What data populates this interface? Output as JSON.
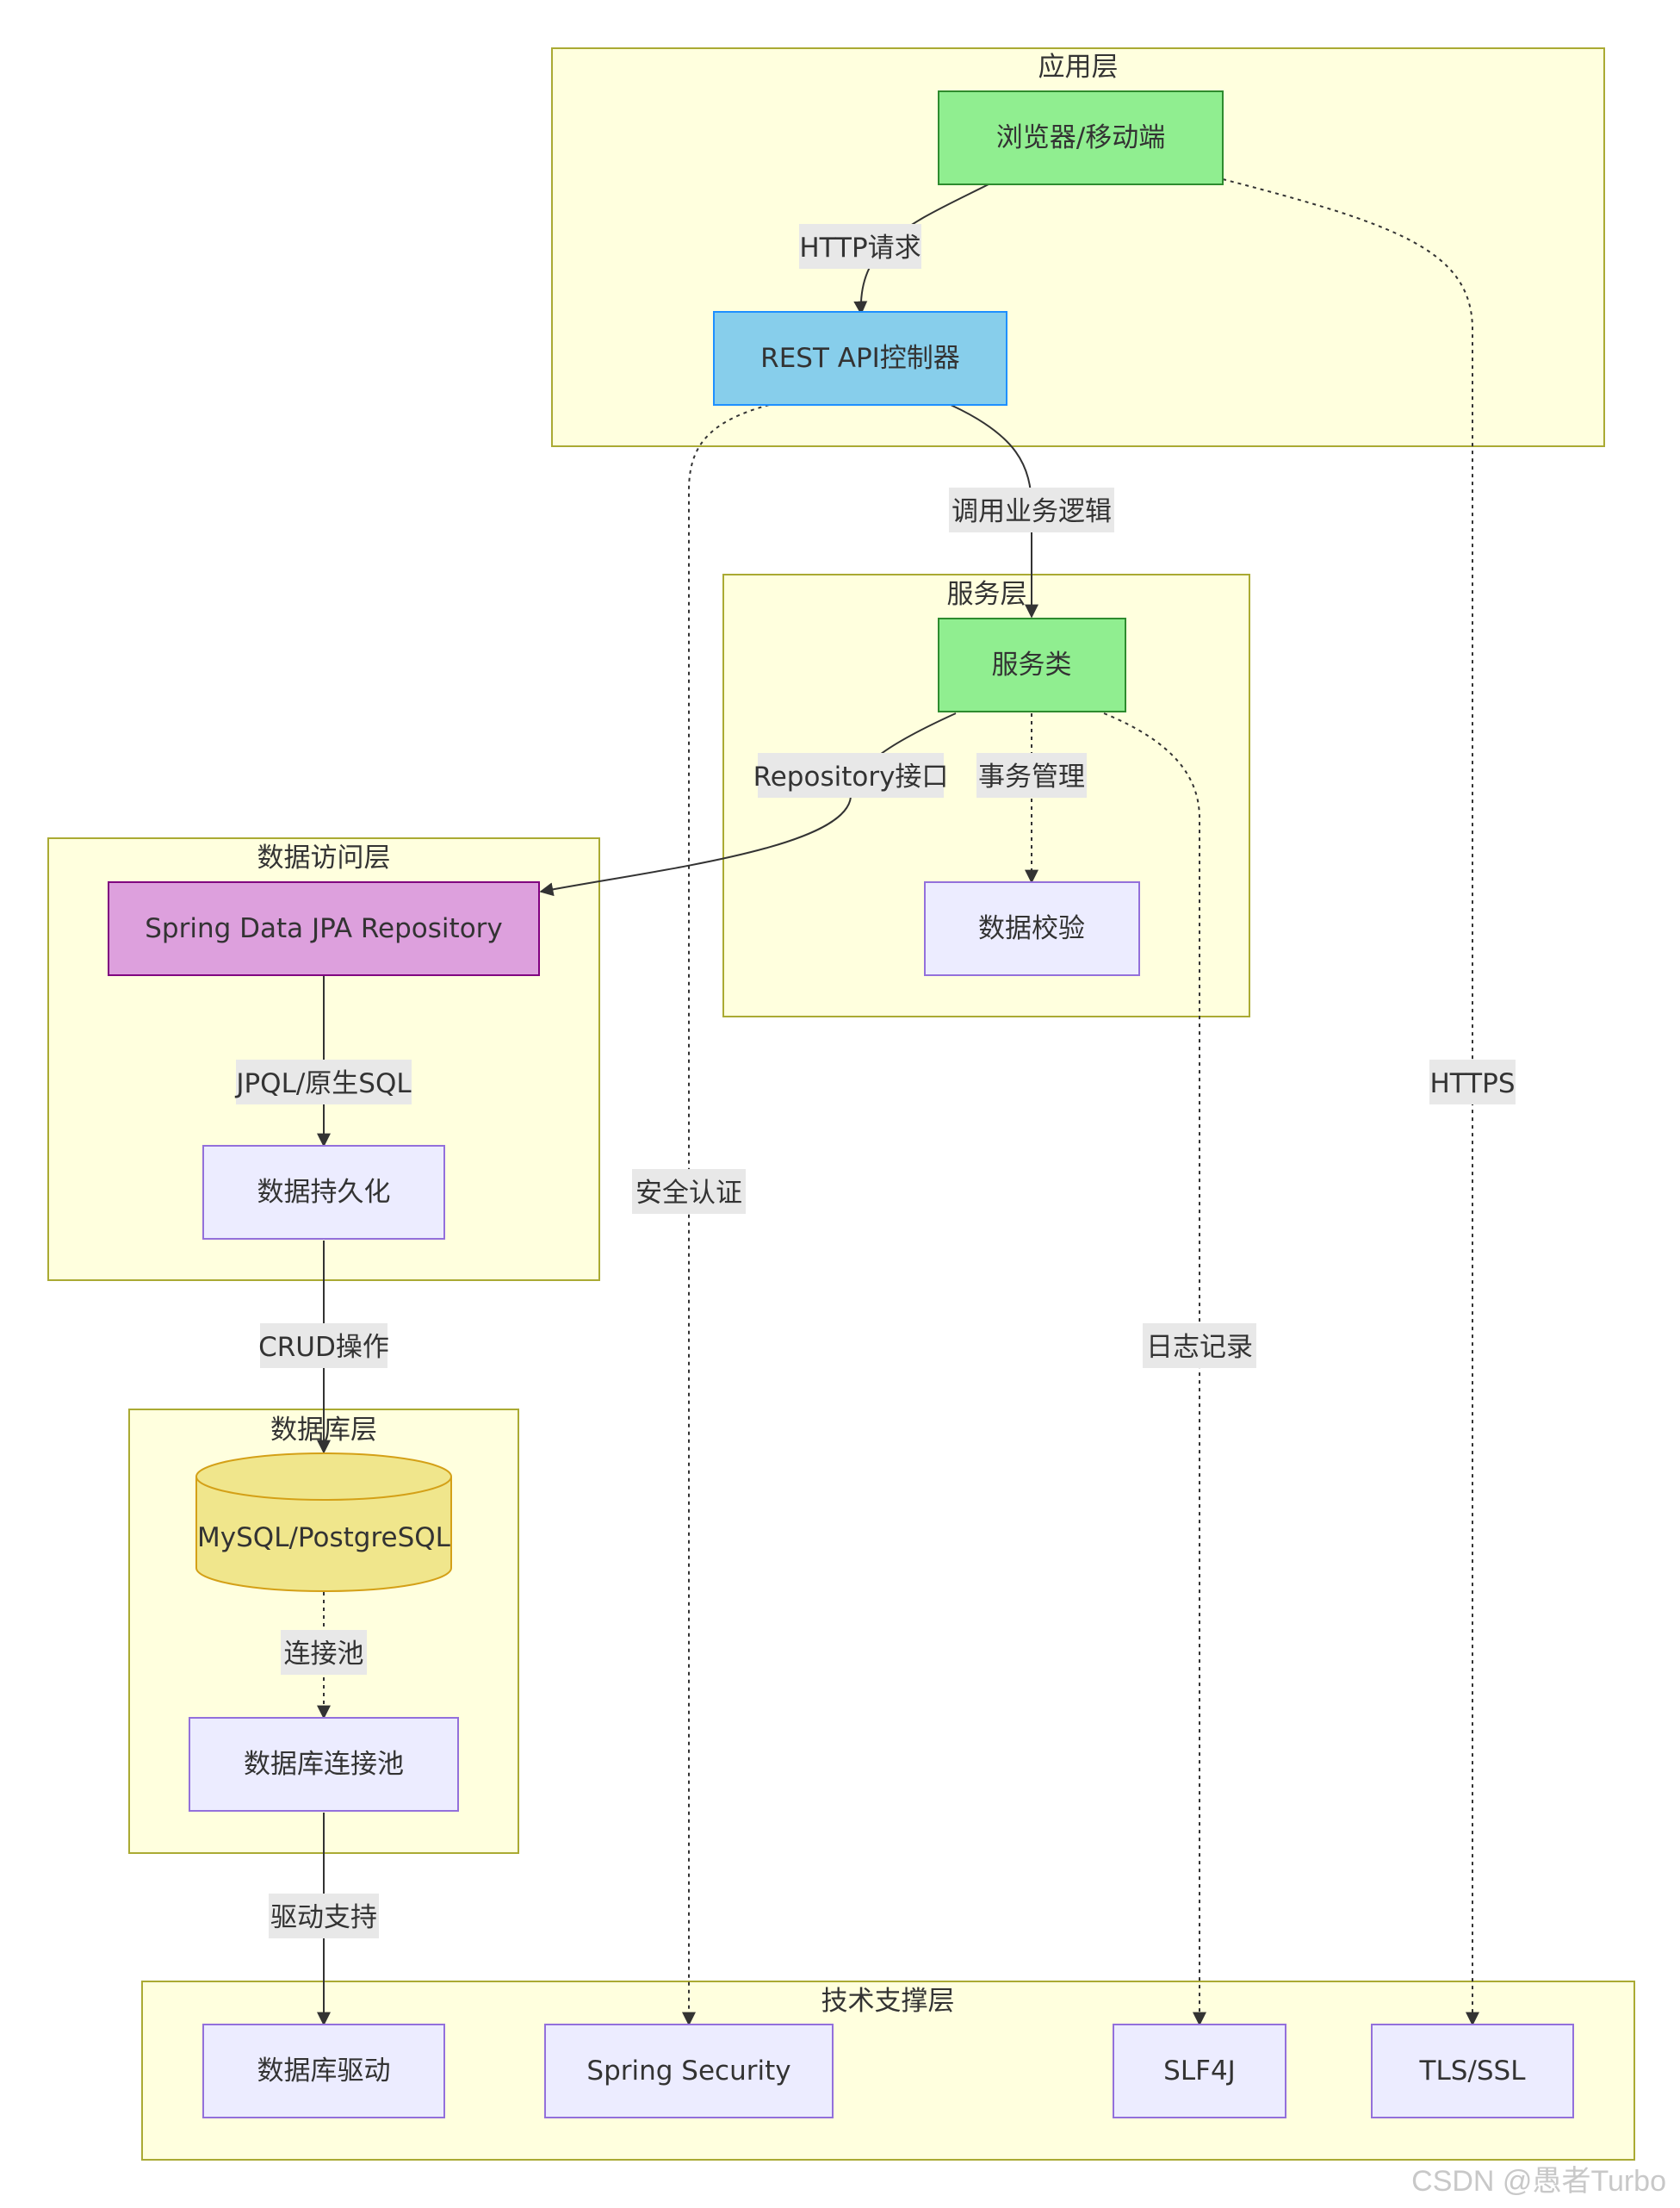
{
  "colors": {
    "cluster_fill": "#ffffde",
    "cluster_stroke": "#aaaa33",
    "node_default_fill": "#ececff",
    "node_default_stroke": "#9370db",
    "node_green_fill": "#90ee90",
    "node_green_stroke": "#2e8b2e",
    "node_blue_fill": "#87ceeb",
    "node_blue_stroke": "#1e90ff",
    "node_purple_fill": "#dda0dd",
    "node_purple_stroke": "#800080",
    "db_fill": "#f0e68c",
    "db_stroke": "#d4a017",
    "edge": "#333333",
    "edge_label_bg": "#e8e8e8"
  },
  "clusters": {
    "app": "应用层",
    "service": "服务层",
    "dao": "数据访问层",
    "db": "数据库层",
    "support": "技术支撑层"
  },
  "nodes": {
    "browser": "浏览器/移动端",
    "rest": "REST API控制器",
    "service_class": "服务类",
    "validation": "数据校验",
    "jpa": "Spring Data JPA Repository",
    "persist": "数据持久化",
    "database": "MySQL/PostgreSQL",
    "pool": "数据库连接池",
    "driver": "数据库驱动",
    "security": "Spring Security",
    "slf4j": "SLF4J",
    "tls": "TLS/SSL"
  },
  "edges": {
    "http": "HTTP请求",
    "call": "调用业务逻辑",
    "repo": "Repository接口",
    "tx": "事务管理",
    "jpql": "JPQL/原生SQL",
    "crud": "CRUD操作",
    "pool": "连接池",
    "driver": "驱动支持",
    "auth": "安全认证",
    "log": "日志记录",
    "https": "HTTPS"
  },
  "watermark": "CSDN @愚者Turbo"
}
